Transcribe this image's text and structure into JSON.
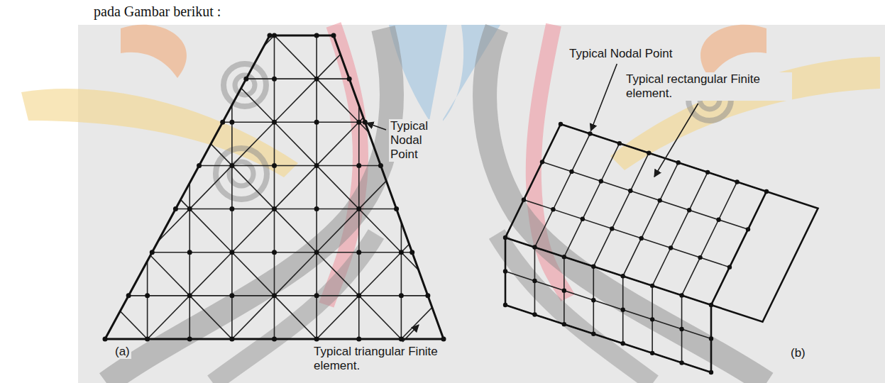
{
  "diagram": {
    "labels": [
      "pada Gambar berikut :",
      "Typical Nodal Point",
      "Typical triangular Finite element.",
      "(a)",
      "Typical Nodal Point",
      "Typical rectangular Finite element.",
      "(b)"
    ]
  }
}
